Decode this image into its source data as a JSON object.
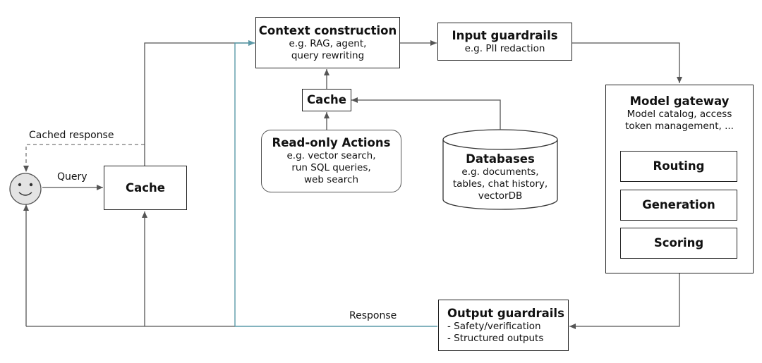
{
  "user": {
    "face": "☺"
  },
  "labels": {
    "cached_response": "Cached response",
    "query": "Query",
    "response": "Response"
  },
  "nodes": {
    "cache_main": {
      "title": "Cache"
    },
    "context": {
      "title": "Context construction",
      "lines": [
        "e.g. RAG, agent,",
        "query rewriting"
      ]
    },
    "input_guardrails": {
      "title": "Input guardrails",
      "lines": [
        "e.g. PII redaction"
      ]
    },
    "cache_small": {
      "title": "Cache"
    },
    "actions": {
      "title": "Read-only Actions",
      "lines": [
        "e.g. vector search,",
        "run SQL queries,",
        "web search"
      ]
    },
    "databases": {
      "title": "Databases",
      "lines": [
        "e.g. documents,",
        "tables, chat history,",
        "vectorDB"
      ]
    },
    "gateway": {
      "title": "Model gateway",
      "lines": [
        "Model catalog, access",
        "token management, ..."
      ],
      "modules": [
        "Routing",
        "Generation",
        "Scoring"
      ]
    },
    "output_guardrails": {
      "title": "Output guardrails",
      "lines": [
        "- Safety/verification",
        "- Structured outputs"
      ]
    }
  },
  "colors": {
    "line": "#555555",
    "teal": "#5a9aa8",
    "dashed": "#777777"
  }
}
